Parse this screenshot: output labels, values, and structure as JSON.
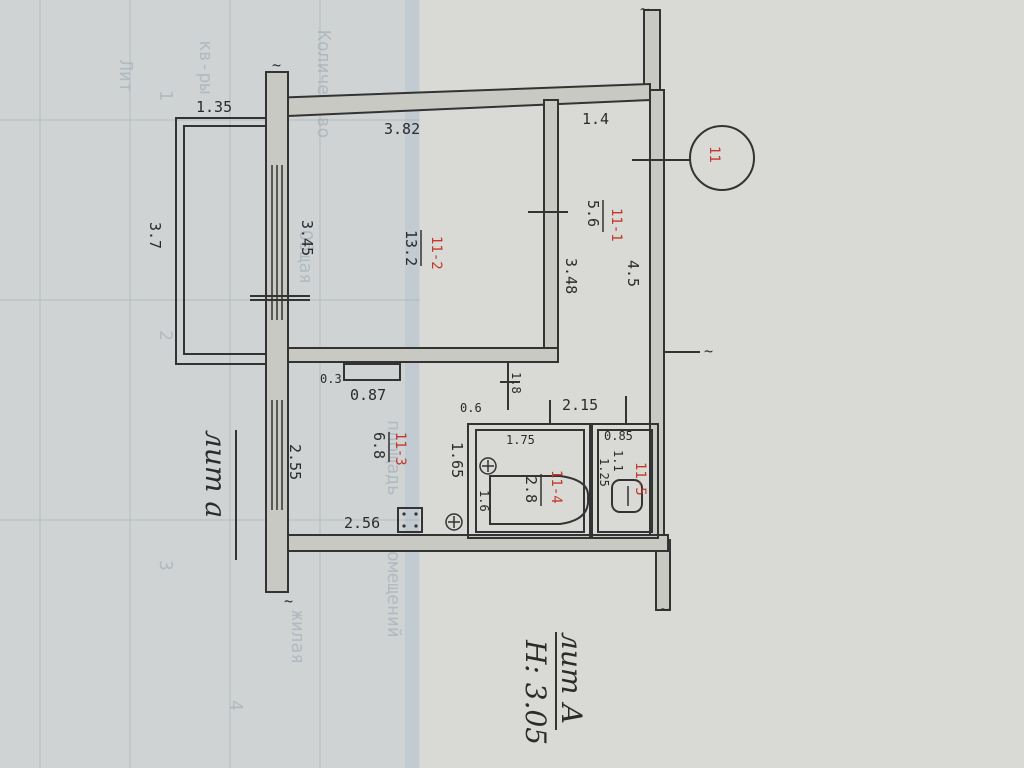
{
  "background_text": [
    "Количество",
    "Общая",
    "площадь",
    "помещений",
    "жилая",
    "Лит",
    "кв-ры",
    "1",
    "2",
    "3",
    "4"
  ],
  "plan": {
    "circle_label": "11",
    "litera_left": "лит а",
    "litera_right": "лит А",
    "height": "H: 3.05",
    "rooms": [
      {
        "id": "11-1",
        "area": "5.6"
      },
      {
        "id": "11-2",
        "area": "13.2"
      },
      {
        "id": "11-3",
        "area": "6.8"
      },
      {
        "id": "11-4",
        "area": "2.8"
      },
      {
        "id": "11-5",
        "area": "1.25"
      }
    ],
    "dims": {
      "d135": "1.35",
      "d382": "3.82",
      "d14": "1.4",
      "d345": "3.45",
      "d37": "3.7",
      "d348": "3.48",
      "d45": "4.5",
      "d18": "1.8",
      "d03": "0.3",
      "d087": "0.87",
      "d06": "0.6",
      "d215": "2.15",
      "d175": "1.75",
      "d085": "0.85",
      "d11": "1.1",
      "d255": "2.55",
      "d165": "1.65",
      "d16": "1.6",
      "d256": "2.56"
    }
  },
  "colors": {
    "paper": "#d9dad6",
    "line": "#333333",
    "red": "#c0392b",
    "grid": "#9aa7b3"
  }
}
